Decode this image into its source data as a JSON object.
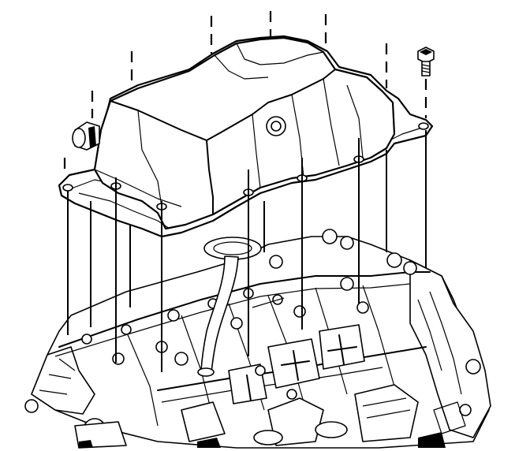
{
  "figure": {
    "subject": "oil-pan-installation",
    "components": [
      "oil-pan",
      "pan-bolts",
      "pickup-tube",
      "engine-block",
      "crankshaft-bearing-caps"
    ],
    "ink_color": "#000000",
    "paper_color": "#ffffff"
  }
}
